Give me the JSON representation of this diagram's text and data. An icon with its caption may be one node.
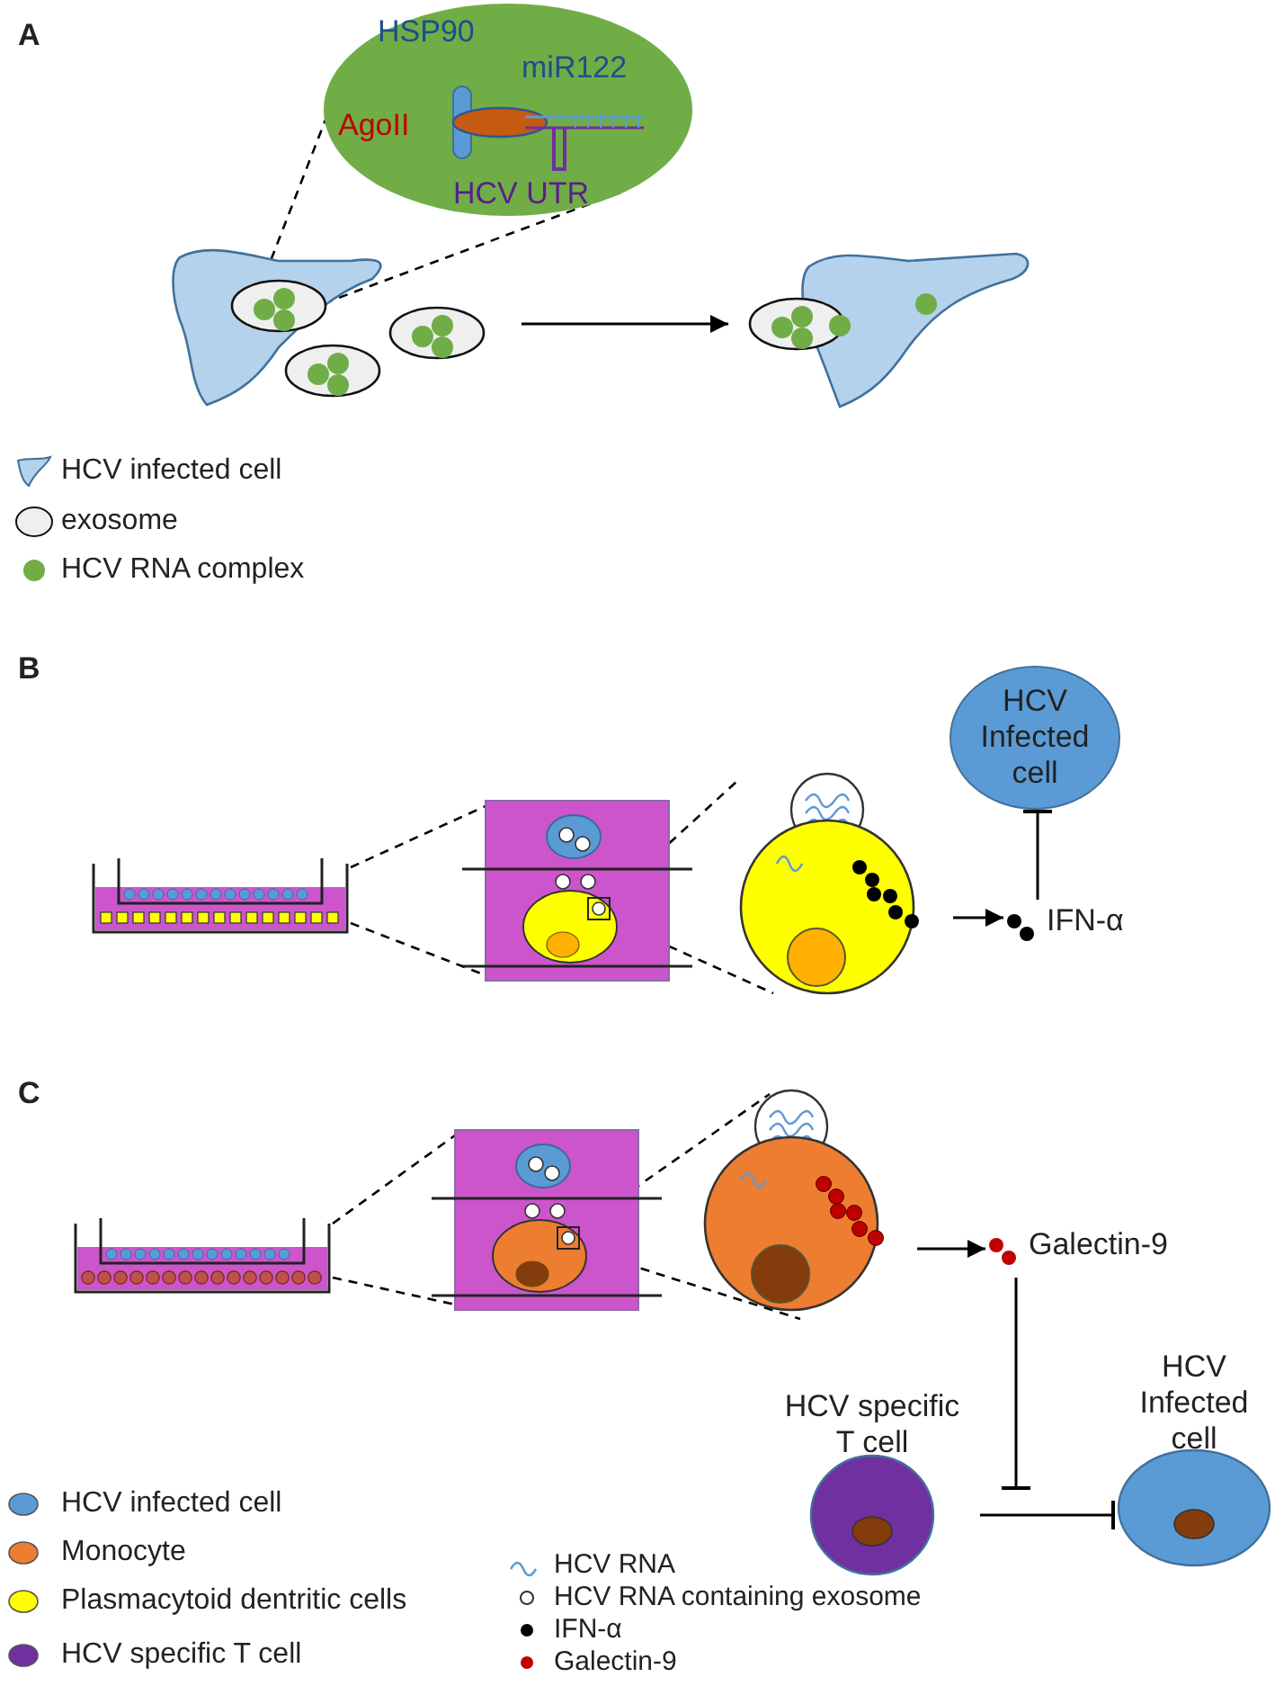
{
  "diagram": {
    "nodes": [
      {
        "text": [],
        "shape": "picture"
      },
      {
        "text": [
          "HSP90",
          "miR122",
          "AgoII",
          "HCV UTR"
        ]
      },
      {
        "text": [],
        "shape": "picture"
      },
      {
        "text": [],
        "shape": "picture"
      },
      {
        "text": [],
        "shape": "picture"
      },
      {
        "text": [],
        "shape": "picture"
      },
      {
        "text": [
          "IFN-α"
        ]
      },
      {
        "text": [
          "HCV Infected cell"
        ]
      },
      {
        "text": [],
        "shape": "picture"
      },
      {
        "text": [],
        "shape": "picture"
      },
      {
        "text": [],
        "shape": "picture"
      },
      {
        "text": [
          "Galectin-9"
        ]
      },
      {
        "text": [
          "HCV specific T cell"
        ]
      },
      {
        "text": [
          "HCV Infected cell"
        ]
      }
    ],
    "edges": [
      {
        "from": 0,
        "to": 2,
        "arrow": "to"
      },
      {
        "from": 5,
        "to": 6,
        "arrow": "to"
      },
      {
        "from": 6,
        "to": 7,
        "arrow": "other"
      },
      {
        "from": 10,
        "to": 11,
        "arrow": "to"
      },
      {
        "from": 11,
        "to": null,
        "arrow": "other"
      },
      {
        "from": 12,
        "to": 13,
        "arrow": "other"
      },
      {
        "from": 1,
        "to": 0,
        "arrow": "none",
        "style": "dashed"
      },
      {
        "from": 1,
        "to": 0,
        "arrow": "none",
        "style": "dashed"
      },
      {
        "from": 3,
        "to": 4,
        "arrow": "none",
        "style": "dashed"
      },
      {
        "from": 3,
        "to": 4,
        "arrow": "none",
        "style": "dashed"
      },
      {
        "from": 4,
        "to": 5,
        "arrow": "none",
        "style": "dashed"
      },
      {
        "from": 4,
        "to": 5,
        "arrow": "none",
        "style": "dashed"
      },
      {
        "from": 8,
        "to": 9,
        "arrow": "none",
        "style": "dashed"
      },
      {
        "from": 8,
        "to": 9,
        "arrow": "none",
        "style": "dashed"
      },
      {
        "from": 9,
        "to": 10,
        "arrow": "none",
        "style": "dashed"
      },
      {
        "from": 9,
        "to": 10,
        "arrow": "none",
        "style": "dashed"
      }
    ],
    "labels": [
      "A",
      "B",
      "C"
    ],
    "legend": [
      {
        "text": "HCV infected cell"
      },
      {
        "text": "exosome"
      },
      {
        "text": "HCV RNA complex",
        "color": "#70ad47"
      },
      {
        "text": "HCV infected cell",
        "color": "#5b9bd5"
      },
      {
        "text": "Monocyte",
        "color": "#ed7d31"
      },
      {
        "text": "Plasmacytoid dentritic cells",
        "color": "#ffff00"
      },
      {
        "text": "HCV specific T cell",
        "color": "#7030a0"
      },
      {
        "text": "HCV RNA"
      },
      {
        "text": "HCV RNA containing exosome"
      },
      {
        "text": "IFN-α",
        "color": "#000000"
      },
      {
        "text": "Galectin-9",
        "color": "#c00000"
      }
    ]
  }
}
